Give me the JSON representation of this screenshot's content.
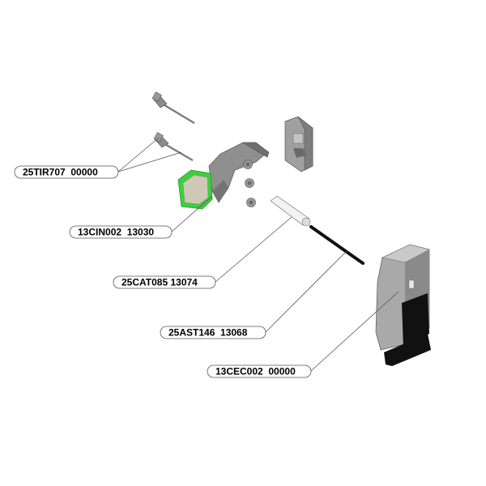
{
  "diagram": {
    "parts": [
      {
        "code": "25TIR707  00000"
      },
      {
        "code": "13CIN002  13030"
      },
      {
        "code": "25CAT085 13074"
      },
      {
        "code": "25AST146  13068"
      },
      {
        "code": "13CEC002  00000"
      }
    ],
    "colors": {
      "part_grey": "#a9a9a9",
      "part_dark": "#6e6e6e",
      "highlight_green": "#3ccf3c",
      "rod_black": "#111111",
      "leader_line": "#555555"
    }
  }
}
